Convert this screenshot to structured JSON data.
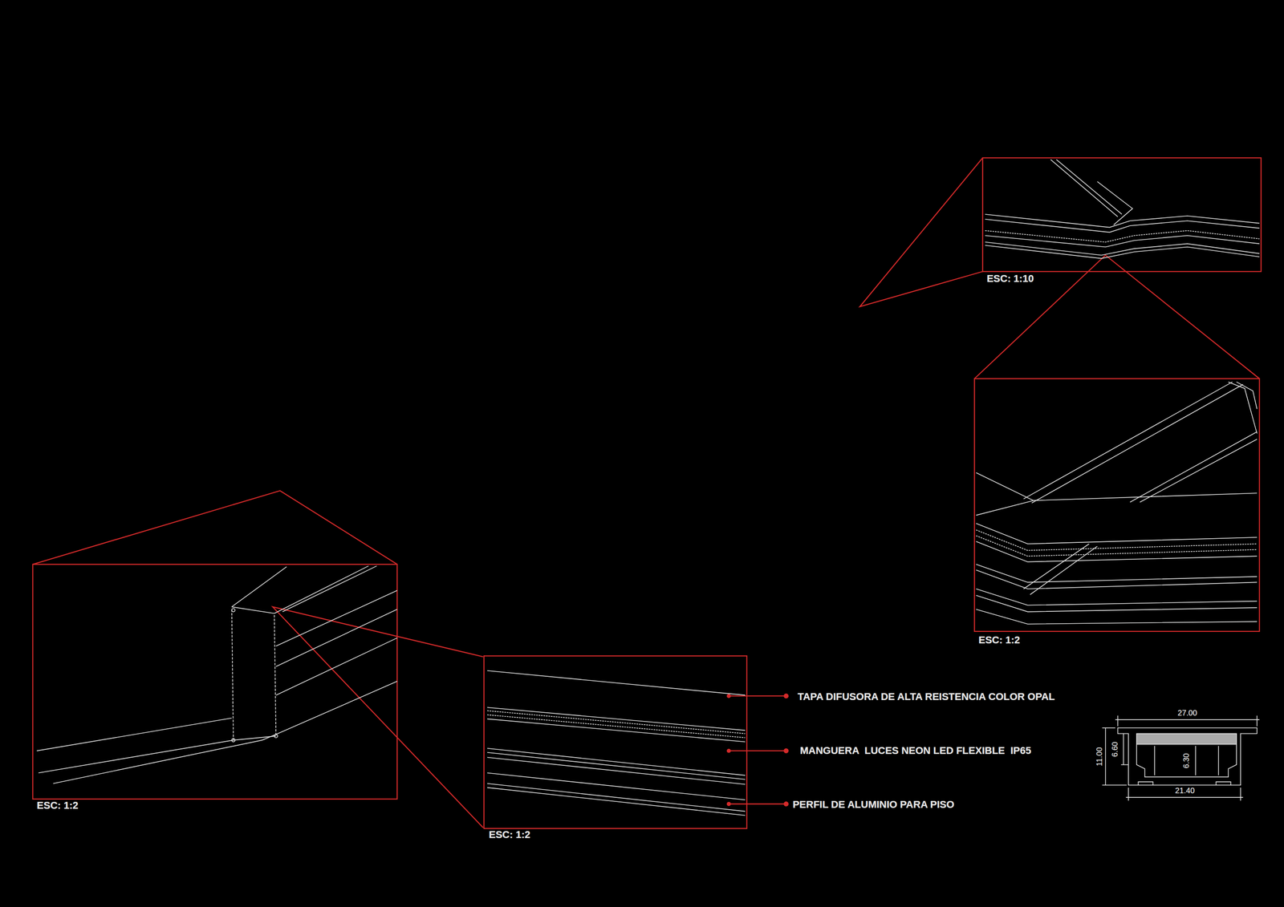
{
  "diagram": {
    "labels": [
      "ESC: 1:10",
      "ESC: 1:2",
      "ESC: 1:2",
      "ESC: 1:2",
      "TAPA DIFUSORA DE ALTA REISTENCIA COLOR OPAL",
      "MANGUERA  LUCES NEON LED FLEXIBLE  IP65",
      "PERFIL DE ALUMINIO PARA PISO",
      "27.00",
      "11.00",
      "6.60",
      "6.30",
      "21.40"
    ]
  }
}
